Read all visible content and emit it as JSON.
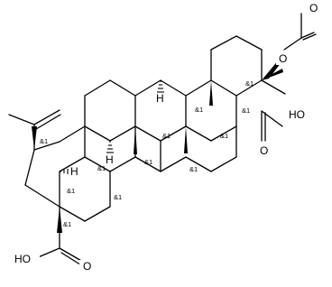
{
  "atoms": {
    "acetyl_o_carbonyl": "O",
    "acetyl_o_ester": "O",
    "acid_right_oh": "HO",
    "acid_right_o": "O",
    "acid_bottom_oh": "HO",
    "acid_bottom_o": "O",
    "h_top": "H",
    "h_mid": "H",
    "h_left": "H"
  },
  "stereo_label": "&1"
}
